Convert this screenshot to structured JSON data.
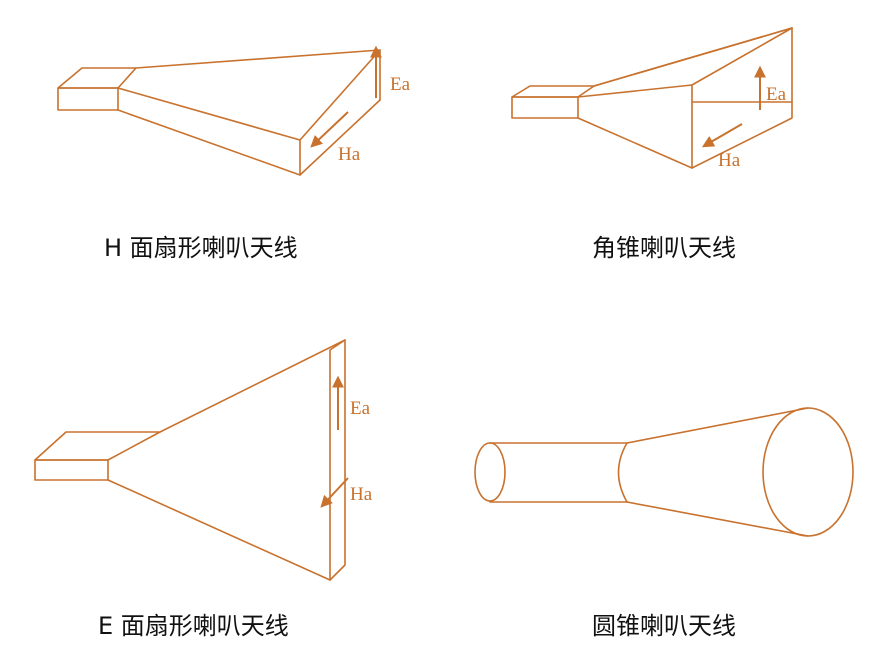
{
  "colors": {
    "line": "#C8722E",
    "caption": "#111111"
  },
  "antennas": [
    {
      "id": "h-sector",
      "caption": "H 面扇形喇叭天线",
      "labels": {
        "e": "Ea",
        "h": "Ha"
      }
    },
    {
      "id": "pyramidal",
      "caption": "角锥喇叭天线",
      "labels": {
        "e": "Ea",
        "h": "Ha"
      }
    },
    {
      "id": "e-sector",
      "caption": "E 面扇形喇叭天线",
      "labels": {
        "e": "Ea",
        "h": "Ha"
      }
    },
    {
      "id": "conical",
      "caption": "圆锥喇叭天线"
    }
  ]
}
